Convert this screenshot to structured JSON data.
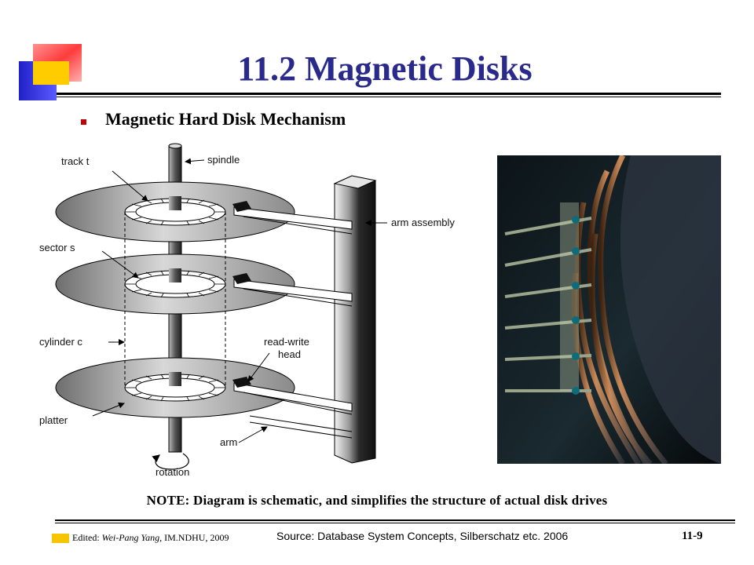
{
  "slide": {
    "title": "11.2 Magnetic Disks",
    "bullet": "Magnetic Hard Disk Mechanism",
    "note": "NOTE: Diagram is schematic, and simplifies the structure of actual disk drives"
  },
  "diagram": {
    "labels": {
      "track": "track t",
      "spindle": "spindle",
      "arm_assembly": "arm assembly",
      "sector": "sector s",
      "cylinder": "cylinder c",
      "read_write_1": "read-write",
      "read_write_2": "head",
      "platter": "platter",
      "arm": "arm",
      "rotation": "rotation"
    }
  },
  "footer": {
    "edited_prefix": "Edited: ",
    "edited_name": "Wei-Pang Yang",
    "edited_suffix": ", IM.NDHU, 2009",
    "source": "Source: Database System Concepts, Silberschatz etc. 2006",
    "page": "11-9"
  },
  "colors": {
    "title": "#2a2a8c",
    "bullet": "#c00000",
    "logo_red": "#ff3b3b",
    "logo_yellow": "#ffcc00",
    "logo_blue": "#2f2fd0",
    "footer_box": "#f6c400"
  }
}
